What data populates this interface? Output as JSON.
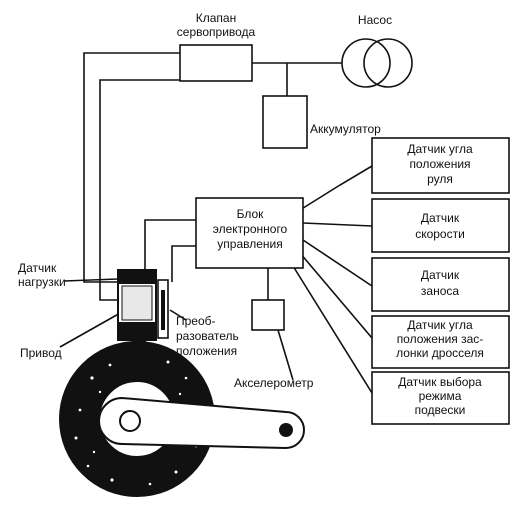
{
  "labels": {
    "servo_valve": [
      "Клапан",
      "сервопривода"
    ],
    "pump": "Насос",
    "accumulator": "Аккумулятор",
    "ecu": [
      "Блок",
      "электронного",
      "управления"
    ],
    "steering_angle_sensor": [
      "Датчик угла",
      "положения",
      "руля"
    ],
    "speed_sensor": [
      "Датчик",
      "скорости"
    ],
    "skid_sensor": [
      "Датчик",
      "заноса"
    ],
    "throttle_sensor": [
      "Датчик угла",
      "положения зас-",
      "лонки дросселя"
    ],
    "mode_sensor": [
      "Датчик выбора",
      "режима",
      "подвески"
    ],
    "load_sensor": [
      "Датчик",
      "нагрузки"
    ],
    "actuator": "Привод",
    "position_transducer": [
      "Преоб-",
      "разователь",
      "положения"
    ],
    "accelerometer": "Акселерометр"
  },
  "colors": {
    "ink": "#111111",
    "paper": "#ffffff"
  }
}
